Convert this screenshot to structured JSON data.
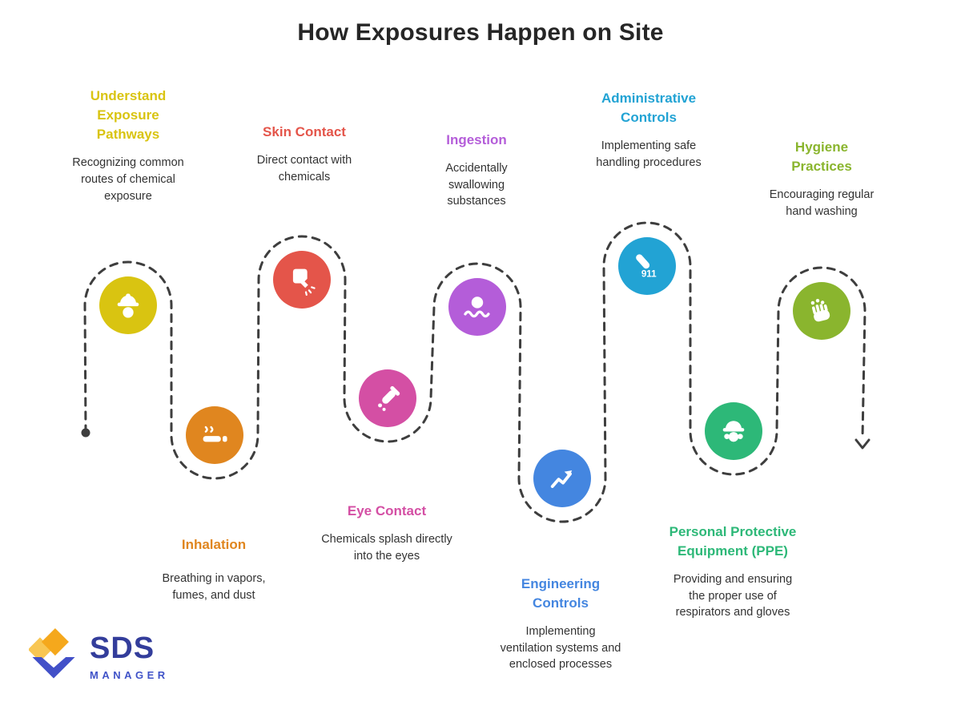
{
  "title": "How Exposures Happen on Site",
  "colors": {
    "path": "#3e3e3e",
    "text": "#333333",
    "title": "#262626"
  },
  "nodes": [
    {
      "label": "Understand Exposure Pathways",
      "description": "Recognizing common routes of chemical exposure",
      "color": "#d9c411",
      "icon": "hard-hat-worker-icon"
    },
    {
      "label": "Inhalation",
      "description": "Breathing in vapors, fumes, and dust",
      "color": "#e0861f",
      "icon": "smoke-inhalation-icon"
    },
    {
      "label": "Skin Contact",
      "description": "Direct contact with chemicals",
      "color": "#e4554a",
      "icon": "hand-touch-icon"
    },
    {
      "label": "Eye Contact",
      "description": "Chemicals splash directly into the eyes",
      "color": "#d44fa4",
      "icon": "chemical-dropper-icon"
    },
    {
      "label": "Ingestion",
      "description": "Accidentally swallowing substances",
      "color": "#b45dd9",
      "icon": "swallowing-icon"
    },
    {
      "label": "Engineering Controls",
      "description": "Implementing ventilation systems and enclosed processes",
      "color": "#4486e0",
      "icon": "trend-arrow-icon"
    },
    {
      "label": "Administrative Controls",
      "description": "Implementing safe handling procedures",
      "color": "#22a3d4",
      "icon": "emergency-phone-icon",
      "badge": "911"
    },
    {
      "label": "Personal Protective Equipment (PPE)",
      "description": "Providing and ensuring the proper use of respirators and gloves",
      "color": "#2db878",
      "icon": "female-worker-icon"
    },
    {
      "label": "Hygiene Practices",
      "description": "Encouraging regular hand washing",
      "color": "#8ab52e",
      "icon": "hand-washing-icon"
    }
  ],
  "logo": {
    "text": "SDS",
    "subtitle": "MANAGER",
    "gold": "#f5a81c",
    "light_gold": "#f8c653",
    "blue": "#4250c8"
  }
}
